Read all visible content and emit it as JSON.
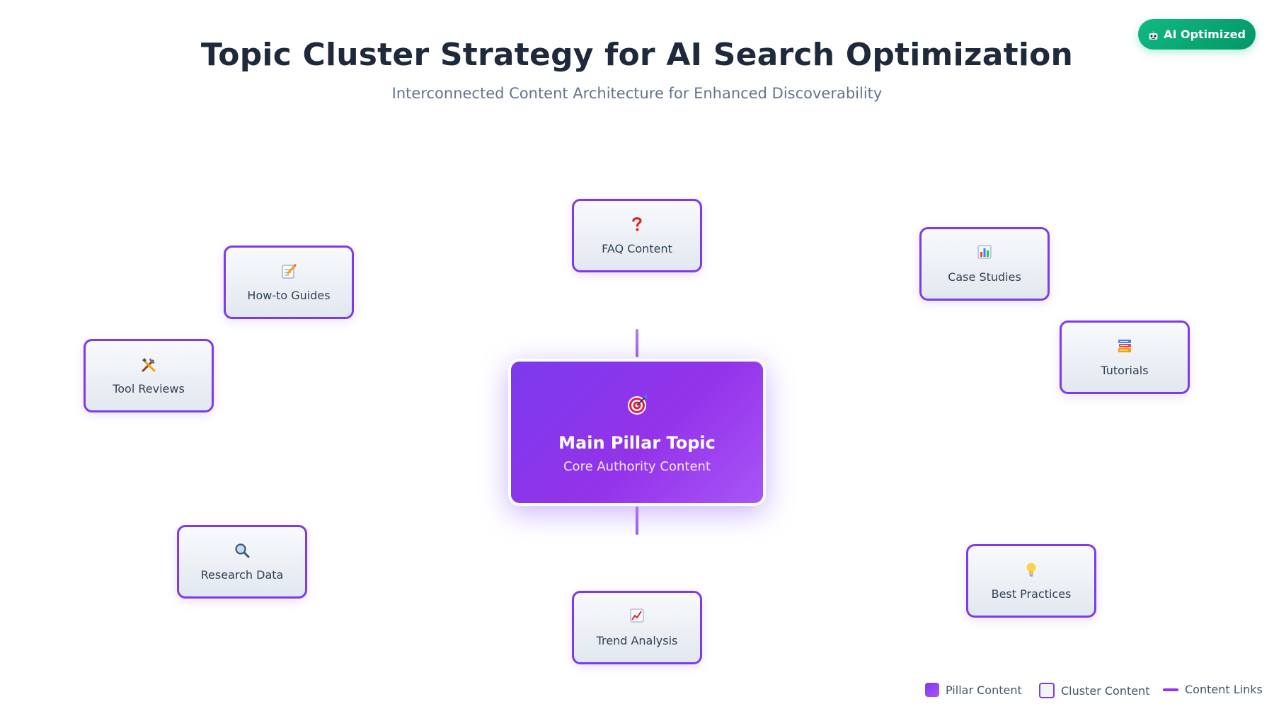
{
  "header": {
    "title": "Topic Cluster Strategy for AI Search Optimization",
    "subtitle": "Interconnected Content Architecture for Enhanced Discoverability"
  },
  "badge": {
    "label": "AI Optimized",
    "icon": "robot-icon",
    "color": "#10b981"
  },
  "pillar": {
    "icon": "target-icon",
    "title": "Main Pillar Topic",
    "subtitle": "Core Authority Content",
    "color": "#7c3aed"
  },
  "clusters": [
    {
      "label": "FAQ Content",
      "icon": "question-icon"
    },
    {
      "label": "How-to Guides",
      "icon": "memo-icon"
    },
    {
      "label": "Case Studies",
      "icon": "bar-chart-icon"
    },
    {
      "label": "Tool Reviews",
      "icon": "tools-icon"
    },
    {
      "label": "Tutorials",
      "icon": "books-icon"
    },
    {
      "label": "Research Data",
      "icon": "magnifier-icon"
    },
    {
      "label": "Best Practices",
      "icon": "lightbulb-icon"
    },
    {
      "label": "Trend Analysis",
      "icon": "trend-chart-icon"
    }
  ],
  "legend": {
    "pillar": "Pillar Content",
    "cluster": "Cluster Content",
    "links": "Content Links"
  },
  "colors": {
    "accent": "#7c3aed",
    "cluster_border": "#7c3aed",
    "title": "#1e293b",
    "subtitle": "#64748b"
  }
}
